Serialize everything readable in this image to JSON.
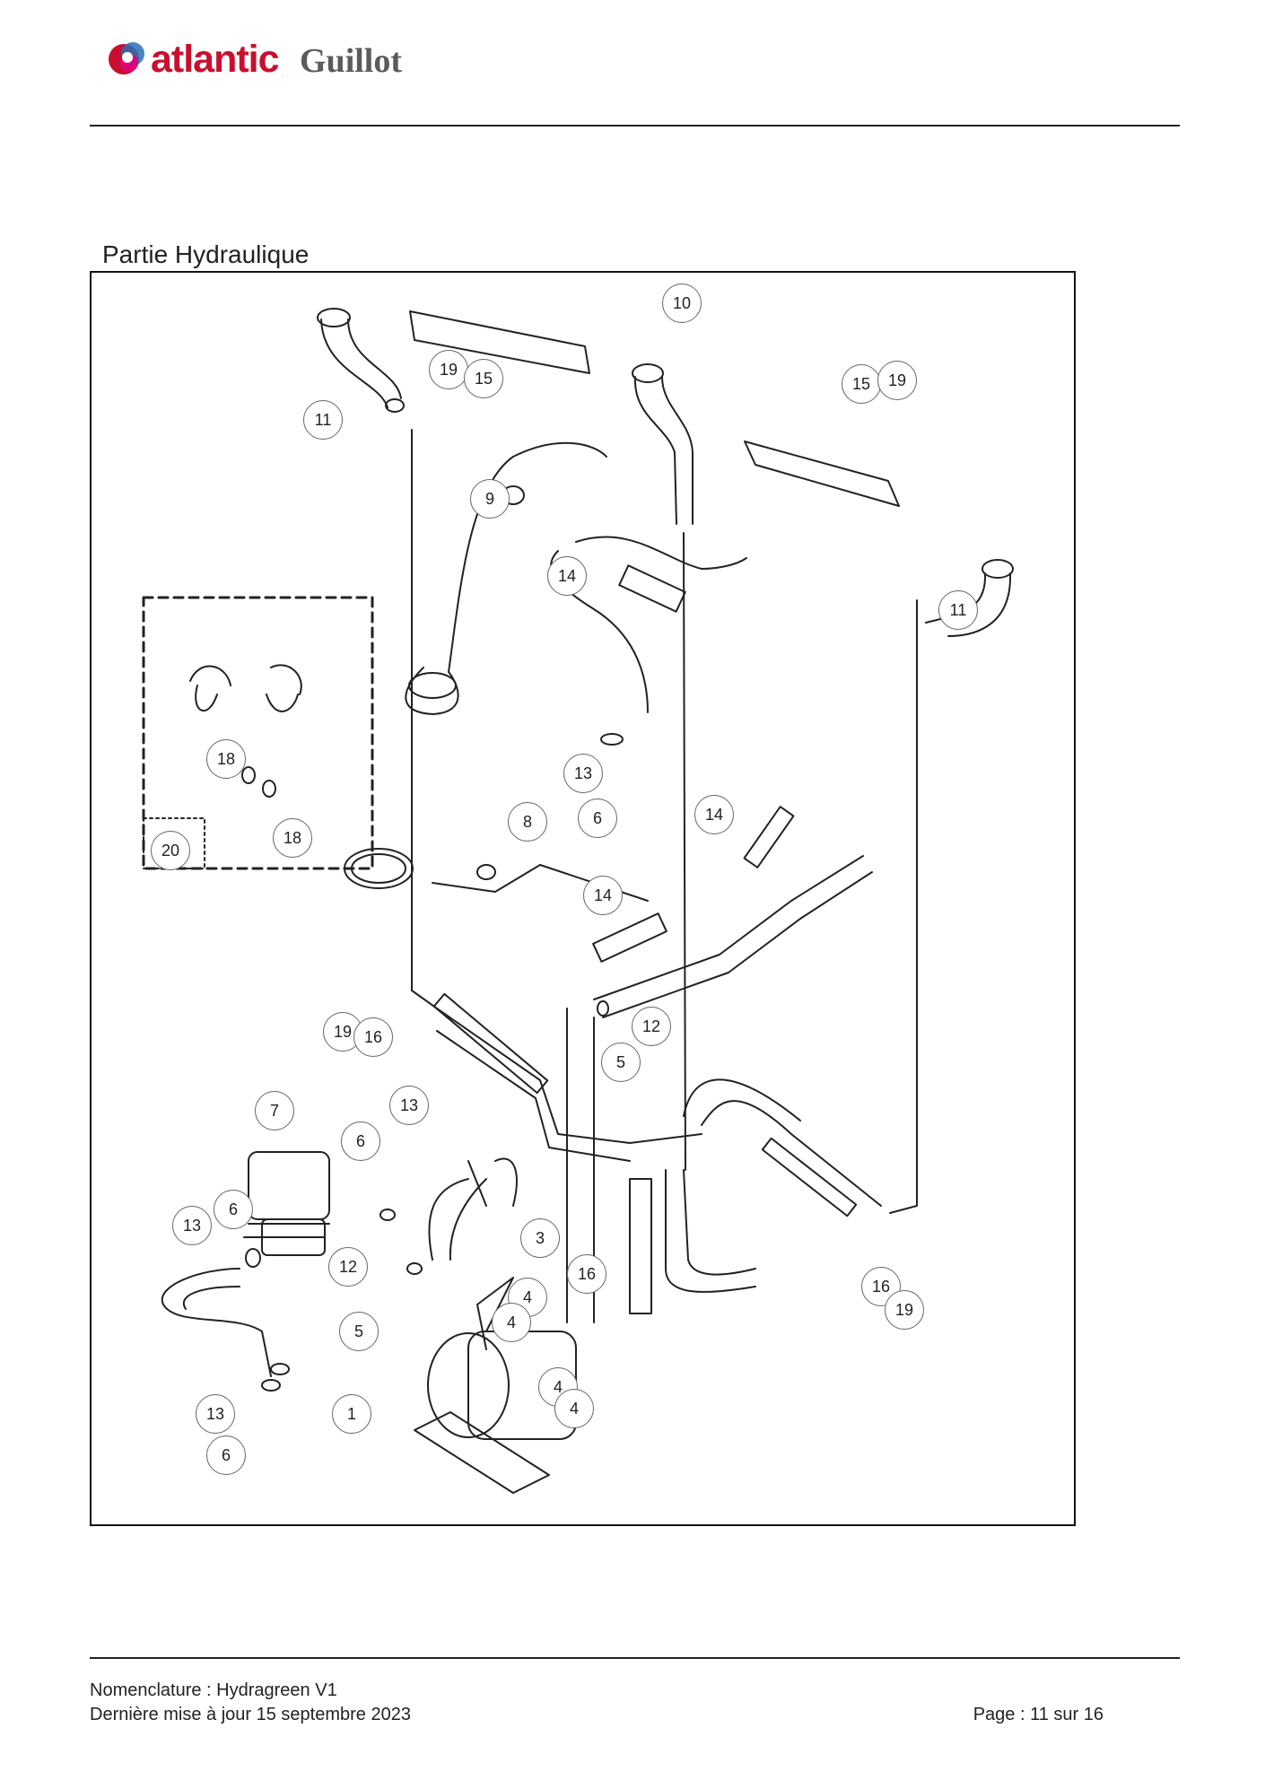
{
  "header": {
    "logo_primary": "atlantic",
    "logo_secondary": "Guillot",
    "logo_colors": [
      "#c8102e",
      "#2a6fb5",
      "#e4007c"
    ]
  },
  "section": {
    "title": "Partie Hydraulique"
  },
  "diagram": {
    "callouts": [
      {
        "id": "c1",
        "label": "10"
      },
      {
        "id": "c2",
        "label": "19"
      },
      {
        "id": "c3",
        "label": "15"
      },
      {
        "id": "c4",
        "label": "15"
      },
      {
        "id": "c5",
        "label": "19"
      },
      {
        "id": "c6",
        "label": "11"
      },
      {
        "id": "c7",
        "label": "9"
      },
      {
        "id": "c8",
        "label": "14"
      },
      {
        "id": "c9",
        "label": "11"
      },
      {
        "id": "c10",
        "label": "18"
      },
      {
        "id": "c11",
        "label": "18"
      },
      {
        "id": "c12",
        "label": "20"
      },
      {
        "id": "c13",
        "label": "13"
      },
      {
        "id": "c14",
        "label": "8"
      },
      {
        "id": "c15",
        "label": "6"
      },
      {
        "id": "c16",
        "label": "14"
      },
      {
        "id": "c17",
        "label": "14"
      },
      {
        "id": "c18",
        "label": "12"
      },
      {
        "id": "c19",
        "label": "5"
      },
      {
        "id": "c20",
        "label": "19"
      },
      {
        "id": "c21",
        "label": "16"
      },
      {
        "id": "c22",
        "label": "7"
      },
      {
        "id": "c23",
        "label": "13"
      },
      {
        "id": "c24",
        "label": "6"
      },
      {
        "id": "c25",
        "label": "6"
      },
      {
        "id": "c26",
        "label": "13"
      },
      {
        "id": "c27",
        "label": "3"
      },
      {
        "id": "c28",
        "label": "12"
      },
      {
        "id": "c29",
        "label": "16"
      },
      {
        "id": "c30",
        "label": "4"
      },
      {
        "id": "c31",
        "label": "4"
      },
      {
        "id": "c32",
        "label": "5"
      },
      {
        "id": "c33",
        "label": "16"
      },
      {
        "id": "c34",
        "label": "19"
      },
      {
        "id": "c35",
        "label": "4"
      },
      {
        "id": "c36",
        "label": "4"
      },
      {
        "id": "c37",
        "label": "1"
      },
      {
        "id": "c38",
        "label": "13"
      },
      {
        "id": "c39",
        "label": "6"
      }
    ]
  },
  "footer": {
    "doc_title": "Nomenclature : Hydragreen V1",
    "update": "Dernière mise à jour 15 septembre 2023",
    "page": "Page : 11 sur 16"
  }
}
